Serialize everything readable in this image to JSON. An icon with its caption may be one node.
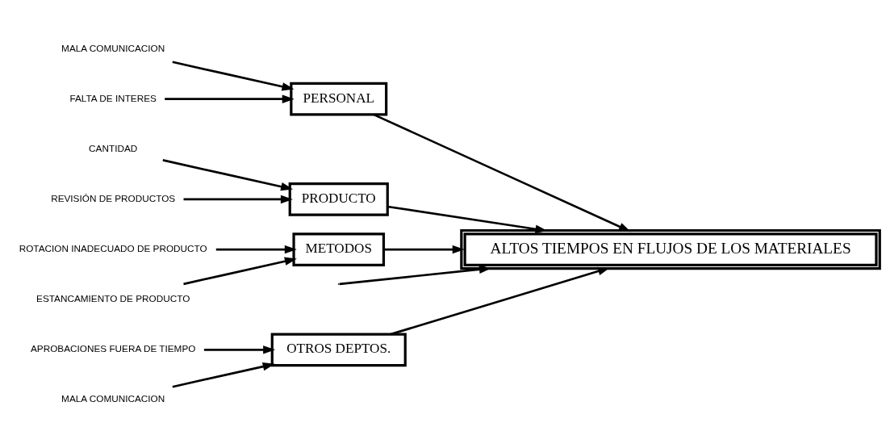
{
  "diagram": {
    "nodes": [
      {
        "text": [
          "OTROS DEPTOS."
        ]
      },
      {
        "text": [
          "PERSONAL"
        ]
      },
      {
        "text": [
          "APROBACIONES FUERA DE TIEMPO"
        ]
      },
      {
        "text": [
          "MALA COMUNICACION"
        ]
      },
      {
        "text": [
          "MALA COMUNICACION"
        ]
      },
      {
        "text": [
          "FALTA DE INTERES"
        ]
      },
      {
        "text": [
          "ALTOS TIEMPOS EN FLUJOS DE LOS MATERIALES"
        ]
      },
      {
        "text": [
          "CANTIDAD"
        ]
      },
      {
        "text": [
          "ROTACION INADECUADO DE PRODUCTO"
        ]
      },
      {
        "text": [
          "REVISIÓN DE PRODUCTOS"
        ]
      },
      {
        "text": [
          "ESTANCAMIENTO DE PRODUCTO"
        ]
      },
      {
        "text": [
          "PRODUCTO"
        ]
      },
      {
        "text": [
          "METODOS"
        ]
      }
    ],
    "edges": [
      {
        "from": null,
        "to": 6,
        "arrow": "to"
      },
      {
        "from": 0,
        "to": 6,
        "arrow": "to"
      },
      {
        "from": 1,
        "to": 6,
        "arrow": "to"
      },
      {
        "from": 11,
        "to": 6,
        "arrow": "to"
      },
      {
        "from": 12,
        "to": 6,
        "arrow": "to"
      },
      {
        "from": 2,
        "to": 0,
        "arrow": "to"
      },
      {
        "from": 4,
        "to": 0,
        "arrow": "to"
      },
      {
        "from": 3,
        "to": 1,
        "arrow": "to"
      },
      {
        "from": 5,
        "to": 1,
        "arrow": "to"
      },
      {
        "from": 7,
        "to": 11,
        "arrow": "to"
      },
      {
        "from": 9,
        "to": 11,
        "arrow": "to"
      },
      {
        "from": 8,
        "to": 12,
        "arrow": "to"
      },
      {
        "from": 10,
        "to": 12,
        "arrow": "to"
      }
    ]
  }
}
